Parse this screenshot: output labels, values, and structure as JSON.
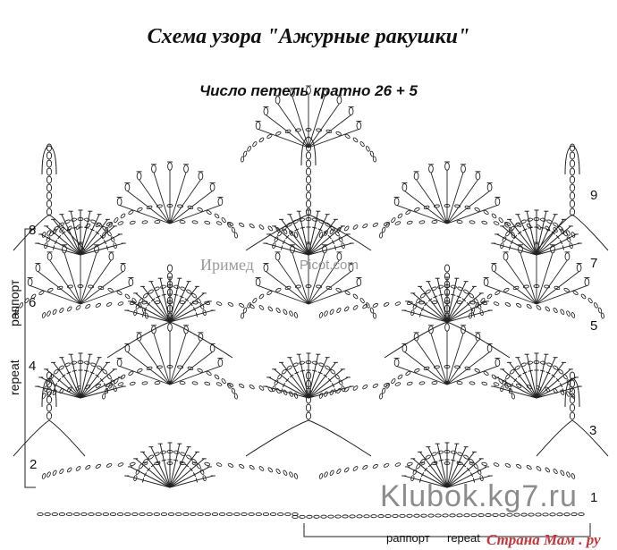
{
  "title": "Схема узора \"Ажурные ракушки\"",
  "subtitle": "Число петель кратно 26 + 5",
  "row_numbers": {
    "r1": "1",
    "r2": "2",
    "r3": "3",
    "r4": "4",
    "r5": "5",
    "r6": "6",
    "r7": "7",
    "r8": "8",
    "r9": "9"
  },
  "side_labels": {
    "rapport": "раппорт",
    "repeat": "repeat"
  },
  "bottom_labels": {
    "rapport": "раппорт",
    "repeat": "repeat"
  },
  "watermarks": {
    "author": "Иримед",
    "site": "Picot.com",
    "klubok": "Klubok.kg7.ru",
    "strana": "Страна Мам . ру"
  }
}
